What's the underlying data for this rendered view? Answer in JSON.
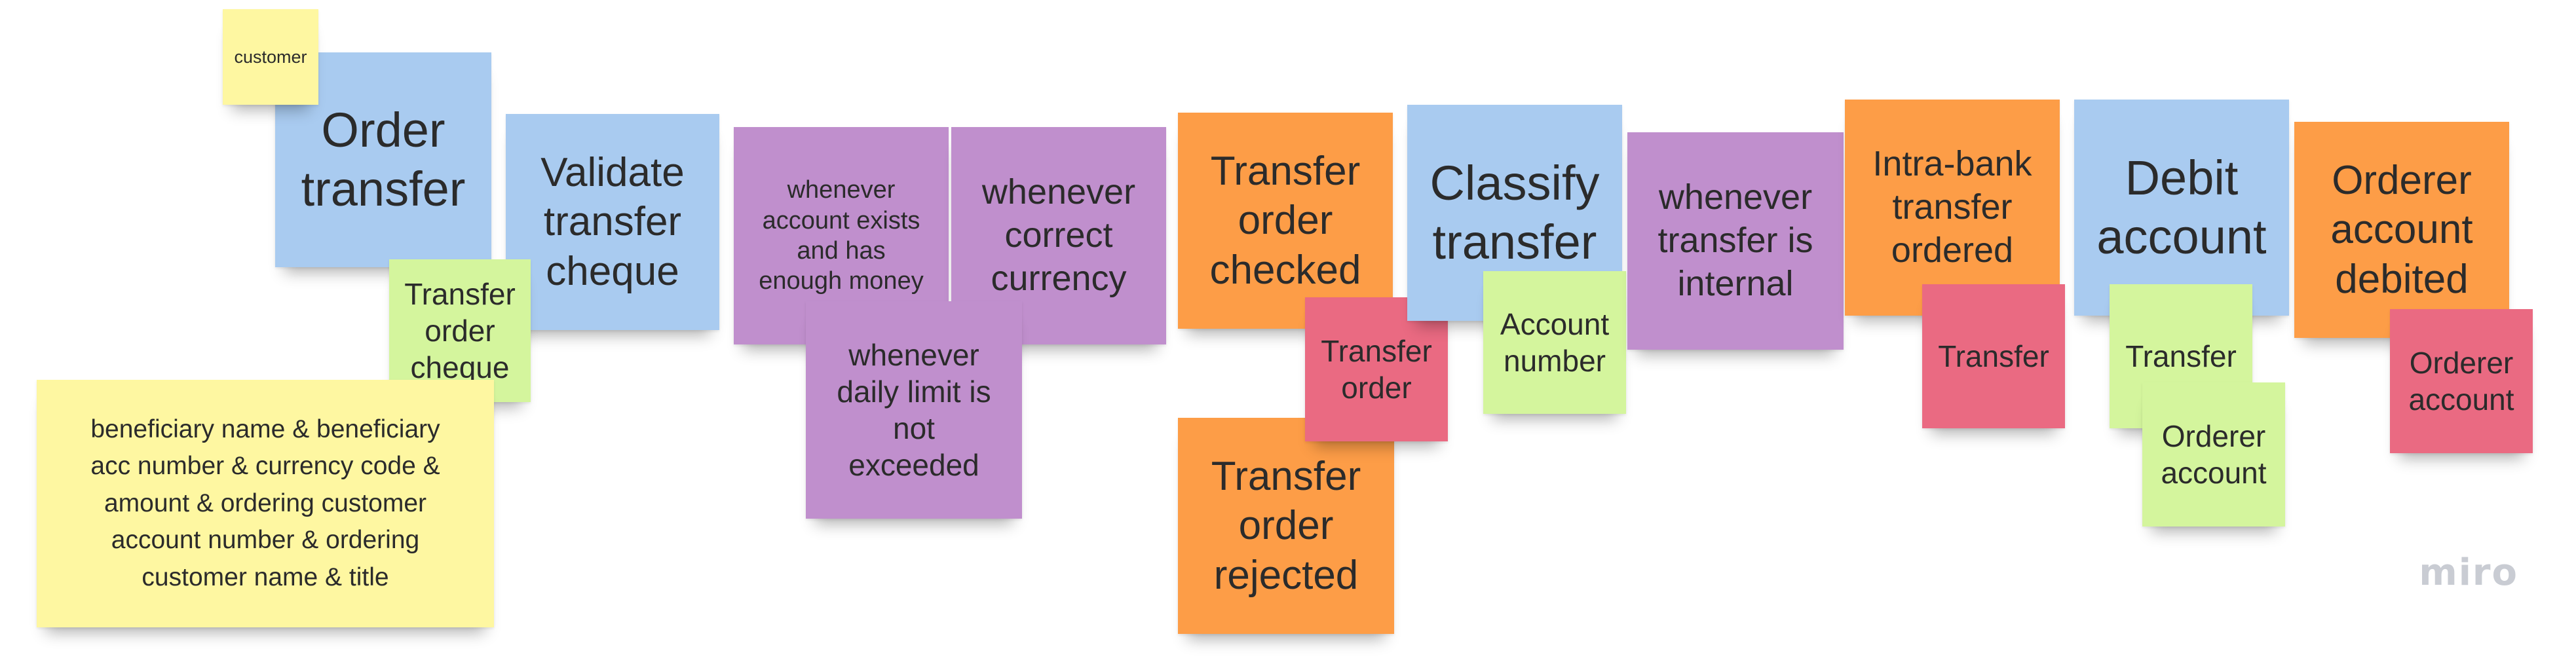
{
  "brand": "miro",
  "notes": {
    "customer": "customer",
    "order_transfer": "Order\ntransfer",
    "transfer_order_cheque": "Transfer\norder\ncheque",
    "beneficiary_details": "beneficiary name & beneficiary\nacc number & currency code &\namount & ordering customer\naccount number & ordering\ncustomer name & title",
    "validate_transfer_cheque": "Validate\ntransfer\ncheque",
    "whenever_account_exists": "whenever\naccount exists\nand has\nenough money",
    "whenever_correct_currency": "whenever\ncorrect\ncurrency",
    "whenever_daily_limit": "whenever\ndaily limit is\nnot\nexceeded",
    "transfer_order_checked": "Transfer\norder\nchecked",
    "transfer_order_red": "Transfer\norder",
    "transfer_order_rejected": "Transfer\norder\nrejected",
    "classify_transfer": "Classify\ntransfer",
    "account_number": "Account\nnumber",
    "whenever_transfer_internal": "whenever\ntransfer is\ninternal",
    "intra_bank_transfer_ordered": "Intra-bank\ntransfer\nordered",
    "transfer_red": "Transfer",
    "debit_account": "Debit\naccount",
    "transfer_green": "Transfer",
    "orderer_account_green": "Orderer\naccount",
    "orderer_account_debited": "Orderer\naccount\ndebited",
    "orderer_account_red": "Orderer\naccount"
  },
  "colors": {
    "yellow": "#fef7a1",
    "blue": "#a9cbf0",
    "purple": "#c08fcd",
    "orange": "#fd9d47",
    "green": "#d4f59d",
    "red": "#ea6a82"
  }
}
